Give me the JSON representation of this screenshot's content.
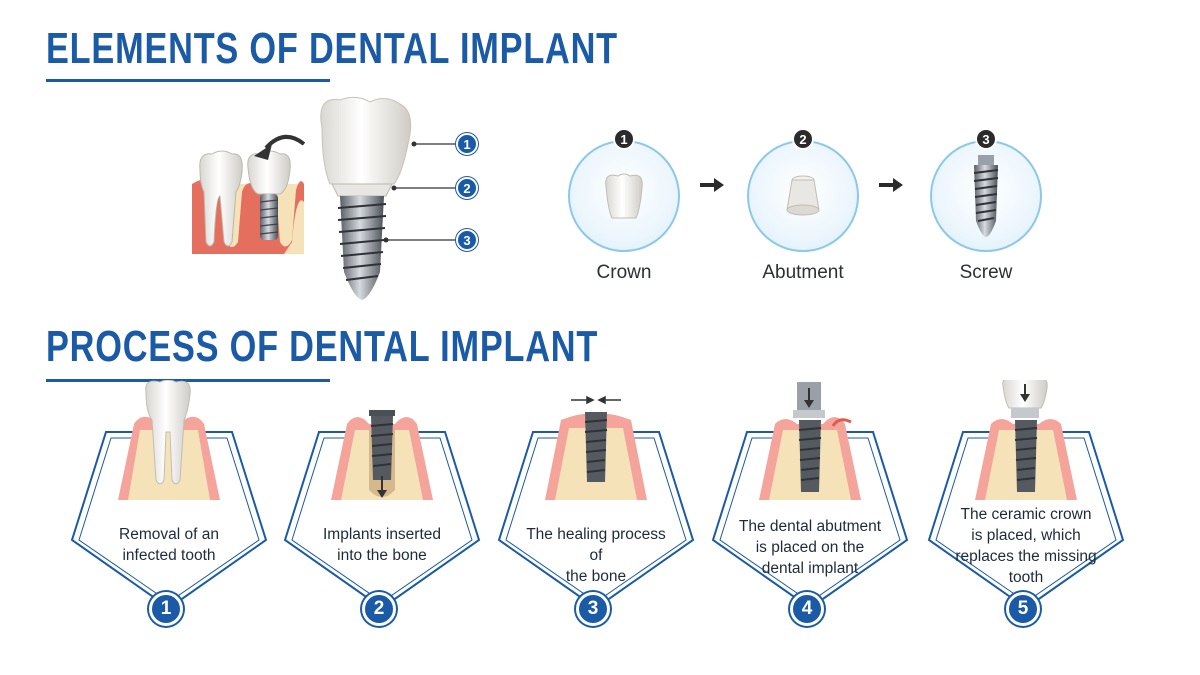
{
  "headings": {
    "elements": "ELEMENTS OF DENTAL IMPLANT",
    "process": "PROCESS OF DENTAL IMPLANT"
  },
  "illustration_callouts": [
    "1",
    "2",
    "3"
  ],
  "components": [
    {
      "number": "1",
      "label": "Crown",
      "icon": "crown-icon"
    },
    {
      "number": "2",
      "label": "Abutment",
      "icon": "abutment-icon"
    },
    {
      "number": "3",
      "label": "Screw",
      "icon": "screw-icon"
    }
  ],
  "steps": [
    {
      "number": "1",
      "lines": [
        "Removal of an",
        "infected tooth"
      ]
    },
    {
      "number": "2",
      "lines": [
        "Implants inserted",
        "into the bone"
      ]
    },
    {
      "number": "3",
      "lines": [
        "The healing process of",
        "the bone"
      ]
    },
    {
      "number": "4",
      "lines": [
        "The dental abutment",
        "is placed on the",
        "dental implant"
      ]
    },
    {
      "number": "5",
      "lines": [
        "The ceramic crown",
        "is placed, which",
        "replaces the missing",
        "tooth"
      ]
    }
  ],
  "colors": {
    "brand_blue": "#1a5aa6",
    "gum_pink": "#f4a49a",
    "bone_beige": "#f5e2b8",
    "circle_border": "#8cc8ea"
  }
}
